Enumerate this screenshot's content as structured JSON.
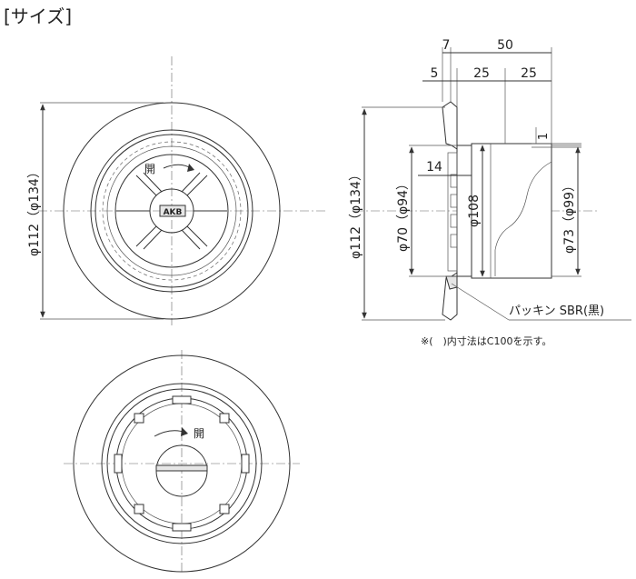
{
  "title": "[サイズ]",
  "front_view": {
    "outer_dim": "φ112（φ134）",
    "open_label": "開",
    "brand_label": "AKB"
  },
  "side_view": {
    "top_dims": {
      "d7": "7",
      "d50": "50",
      "d5": "5",
      "d25a": "25",
      "d25b": "25"
    },
    "d1": "1",
    "d14": "14",
    "left_outer_dim": "φ112（φ134）",
    "inner_dim": "φ70（φ94）",
    "body_dim": "φ108",
    "right_dim": "φ73（φ99）",
    "gasket_label": "パッキン SBR(黒)",
    "note": "※(　)内寸法はC100を示す。"
  },
  "bottom_view": {
    "open_label": "開"
  }
}
